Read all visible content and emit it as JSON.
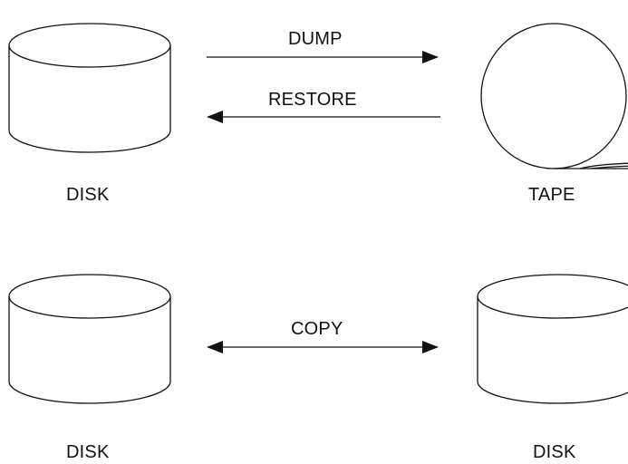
{
  "diagram": {
    "dump_label": "DUMP",
    "restore_label": "RESTORE",
    "copy_label": "COPY",
    "top_left_label": "DISK",
    "top_right_label": "TAPE",
    "bottom_left_label": "DISK",
    "bottom_right_label": "DISK"
  },
  "colors": {
    "stroke": "#111111",
    "background": "#ffffff"
  }
}
